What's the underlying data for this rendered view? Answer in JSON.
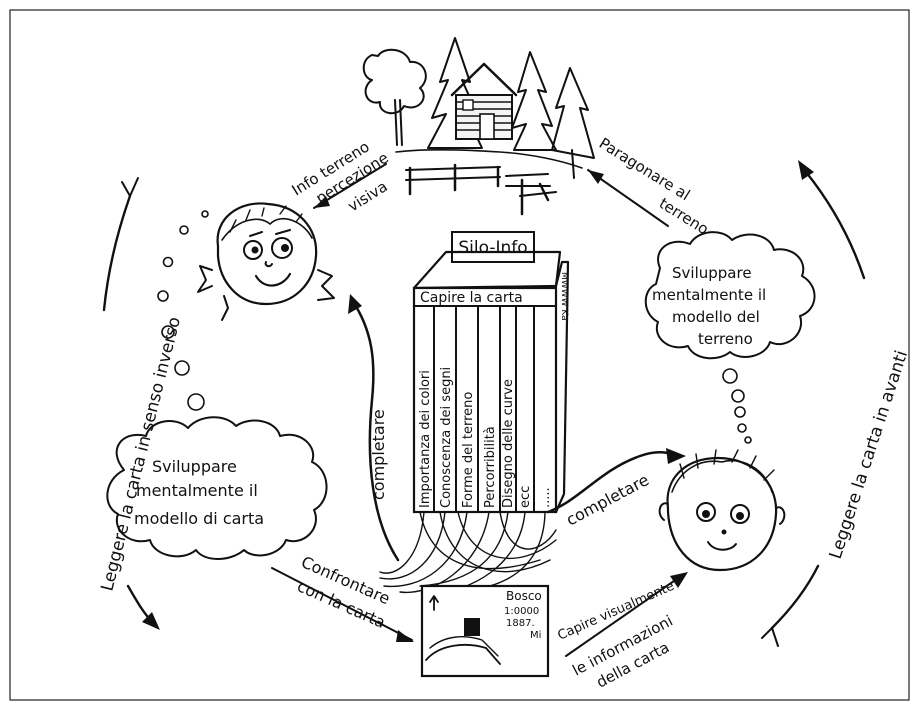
{
  "silo": {
    "title": "Silo-Info",
    "side_label": "MWWW Ka",
    "header": "Capire la carta",
    "columns": [
      "Importanza dei colori",
      "Conoscenza dei segni",
      "Forme del terreno",
      "Percorribilità",
      "Disegno delle curve",
      "ecc",
      "....."
    ]
  },
  "labels": {
    "info_terreno": "Info terreno",
    "percezione_visiva_1": "percezione",
    "percezione_visiva_2": "visiva",
    "paragonare_1": "Paragonare al",
    "paragonare_2": "terreno",
    "leggere_inverso": "Leggere la carta in senso inverso",
    "leggere_avanti": "Leggere la carta in avanti",
    "completare_left": "completare",
    "completare_right": "completare",
    "confrontare_1": "Confrontare",
    "confrontare_2": "con la carta",
    "capire_1": "Capire visualmente",
    "capire_2": "le informazioni",
    "capire_3": "della carta"
  },
  "clouds": {
    "left": [
      "Sviluppare",
      "mentalmente il",
      "modello di carta"
    ],
    "right": [
      "Sviluppare",
      "mentalmente il",
      "modello del",
      "terreno"
    ]
  },
  "map_card": {
    "title": "Bosco",
    "scale": "1:0000",
    "year": "1887.",
    "initials": "Mi"
  }
}
